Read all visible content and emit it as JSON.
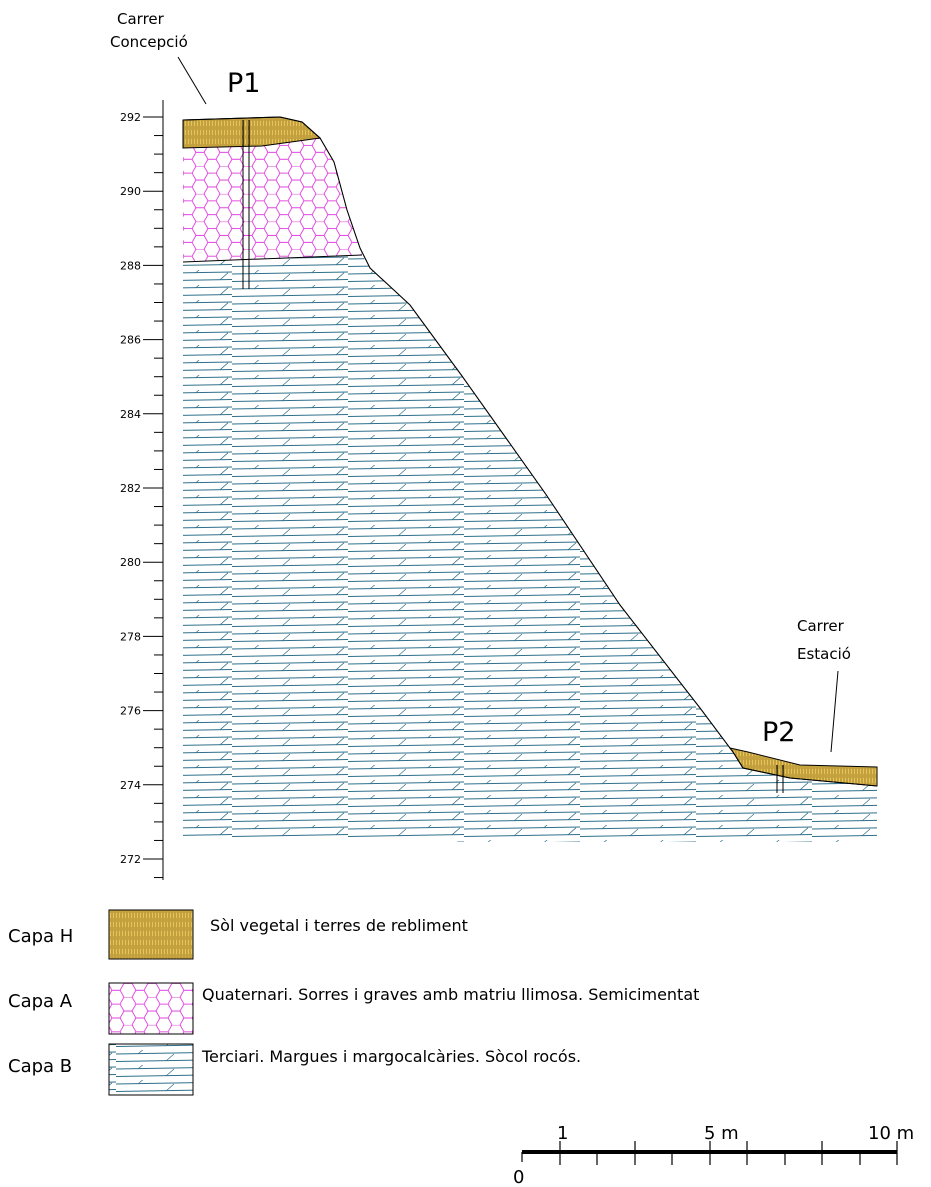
{
  "profile": {
    "elevation_axis": {
      "ticks": [
        292,
        290,
        288,
        286,
        284,
        282,
        280,
        278,
        276,
        274,
        272
      ],
      "tick_labels": [
        "292",
        "290",
        "288",
        "286",
        "284",
        "282",
        "280",
        "278",
        "276",
        "274",
        "272"
      ]
    },
    "streets": {
      "top": {
        "line1": "Carrer",
        "line2": "Concepció"
      },
      "bottom": {
        "line1": "Carrer",
        "line2": "Estació"
      }
    },
    "boreholes": {
      "p1": "P1",
      "p2": "P2"
    }
  },
  "legend": {
    "items": [
      {
        "key": "H",
        "label": "Capa H",
        "description": "Sòl vegetal i terres de rebliment"
      },
      {
        "key": "A",
        "label": "Capa A",
        "description": "Quaternari.  Sorres i graves amb matriu llimosa. Semicimentat"
      },
      {
        "key": "B",
        "label": "Capa B",
        "description": "Terciari. Margues i margocalcàries. Sòcol rocós."
      }
    ]
  },
  "scale_bar": {
    "zero": "0",
    "one": "1",
    "five": "5 m",
    "ten": "10 m"
  },
  "colors": {
    "fill_h": "#e8c45c",
    "hatch_h": "#8a6a12",
    "hex_a": "#e040e0",
    "lines_b": "#2e6f8a",
    "outline": "#000000"
  }
}
